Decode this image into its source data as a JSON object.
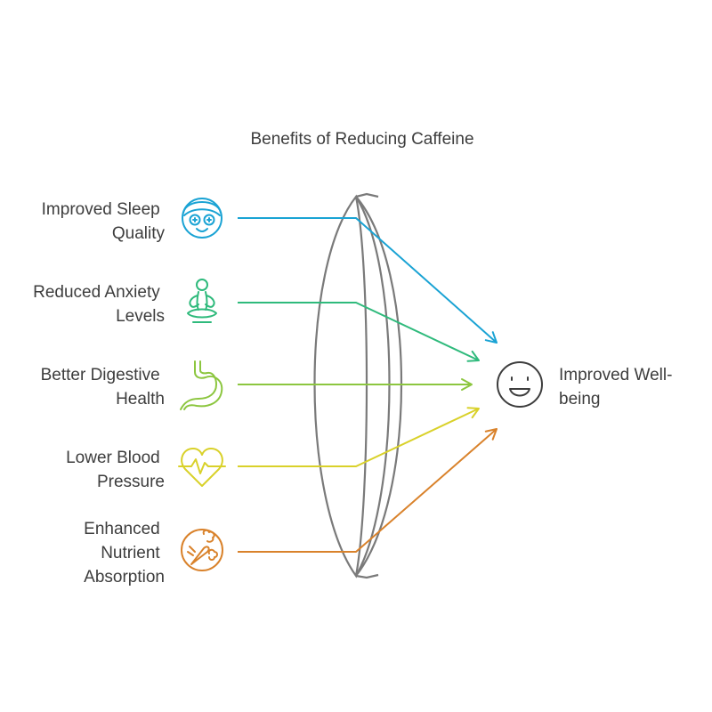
{
  "title": "Benefits of Reducing Caffeine",
  "benefits": [
    {
      "lines": [
        "Improved Sleep",
        "Quality"
      ],
      "icon": "sleep-mask-face-icon",
      "color": "#1aa3d4"
    },
    {
      "lines": [
        "Reduced Anxiety",
        "Levels"
      ],
      "icon": "meditation-icon",
      "color": "#2fba7c"
    },
    {
      "lines": [
        "Better Digestive",
        "Health"
      ],
      "icon": "stomach-icon",
      "color": "#8cc63f"
    },
    {
      "lines": [
        "Lower Blood",
        "Pressure"
      ],
      "icon": "heart-pulse-icon",
      "color": "#d9d12a"
    },
    {
      "lines": [
        "Enhanced",
        "Nutrient",
        "Absorption"
      ],
      "icon": "vegetables-icon",
      "color": "#d9822b"
    }
  ],
  "outcome": {
    "lines": [
      "Improved Well-",
      "being"
    ],
    "icon": "smiley-face-icon",
    "color": "#3d3d3d"
  },
  "lens_color": "#7a7a7a"
}
